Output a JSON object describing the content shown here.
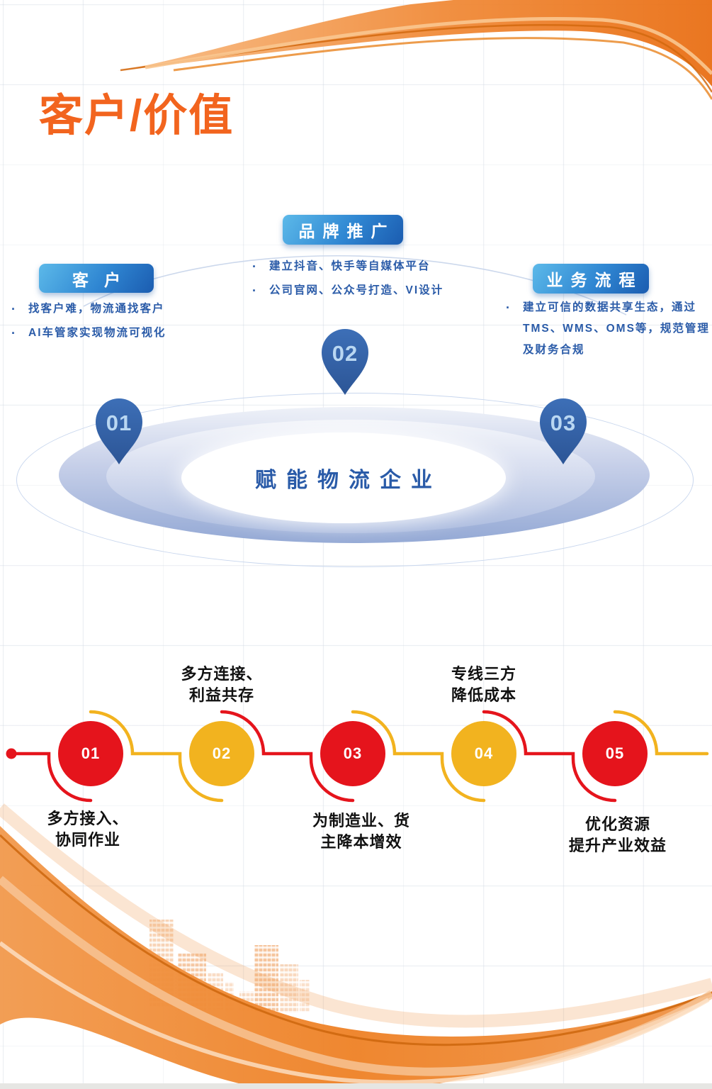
{
  "page": {
    "title": "客户/价值",
    "bullet_char": "·"
  },
  "colors": {
    "accent_orange": "#f2641e",
    "text_blue": "#2a5ba8",
    "pin_blue": "#3463a9",
    "red": "#e5141c",
    "yellow": "#f2b31f",
    "label_black": "#111111",
    "box_gradient_start": "#5cb9e9",
    "box_gradient_end": "#1b5cb0"
  },
  "branches": {
    "customer": {
      "label": "客户",
      "bullets": [
        "找客户难，物流通找客户",
        "AI车管家实现物流可视化"
      ]
    },
    "brand": {
      "label": "品牌推广",
      "bullets": [
        "建立抖音、快手等自媒体平台",
        "公司官网、公众号打造、VI设计"
      ]
    },
    "process": {
      "label": "业务流程",
      "bullets": [
        "建立可信的数据共享生态，通过TMS、WMS、OMS等，规范管理及财务合规"
      ]
    }
  },
  "diagram": {
    "center_label": "赋能物流企业",
    "pins": [
      {
        "num": "01"
      },
      {
        "num": "02"
      },
      {
        "num": "03"
      }
    ]
  },
  "timeline": {
    "steps": [
      {
        "num": "01",
        "circle_color": "#e5141c",
        "label_position": "below",
        "lines": [
          "多方接入、",
          "协同作业"
        ]
      },
      {
        "num": "02",
        "circle_color": "#f2b31f",
        "label_position": "above",
        "lines": [
          "多方连接、",
          "利益共存"
        ]
      },
      {
        "num": "03",
        "circle_color": "#e5141c",
        "label_position": "below",
        "lines": [
          "为制造业、货",
          "主降本增效"
        ]
      },
      {
        "num": "04",
        "circle_color": "#f2b31f",
        "label_position": "above",
        "lines": [
          "专线三方",
          "降低成本"
        ]
      },
      {
        "num": "05",
        "circle_color": "#e5141c",
        "label_position": "below",
        "lines": [
          "优化资源",
          "提升产业效益"
        ]
      }
    ]
  }
}
